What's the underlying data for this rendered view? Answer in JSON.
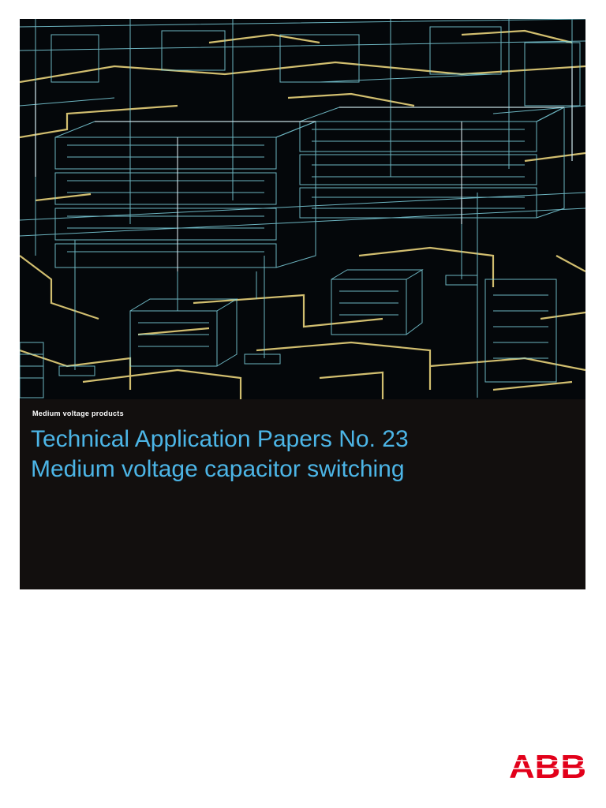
{
  "cover": {
    "category": "Medium voltage products",
    "title_line1": "Technical Application Papers No. 23",
    "title_line2": "Medium voltage capacitor switching"
  },
  "logo": {
    "text": "ABB",
    "color": "#e2001a"
  },
  "colors": {
    "panel_background": "#120f0e",
    "title_color": "#4cb5e6",
    "line_yellow": "#e8d27a",
    "line_cyan": "#7fd3e0"
  },
  "image": {
    "description_icon": "substation-wireframe-illustration"
  }
}
